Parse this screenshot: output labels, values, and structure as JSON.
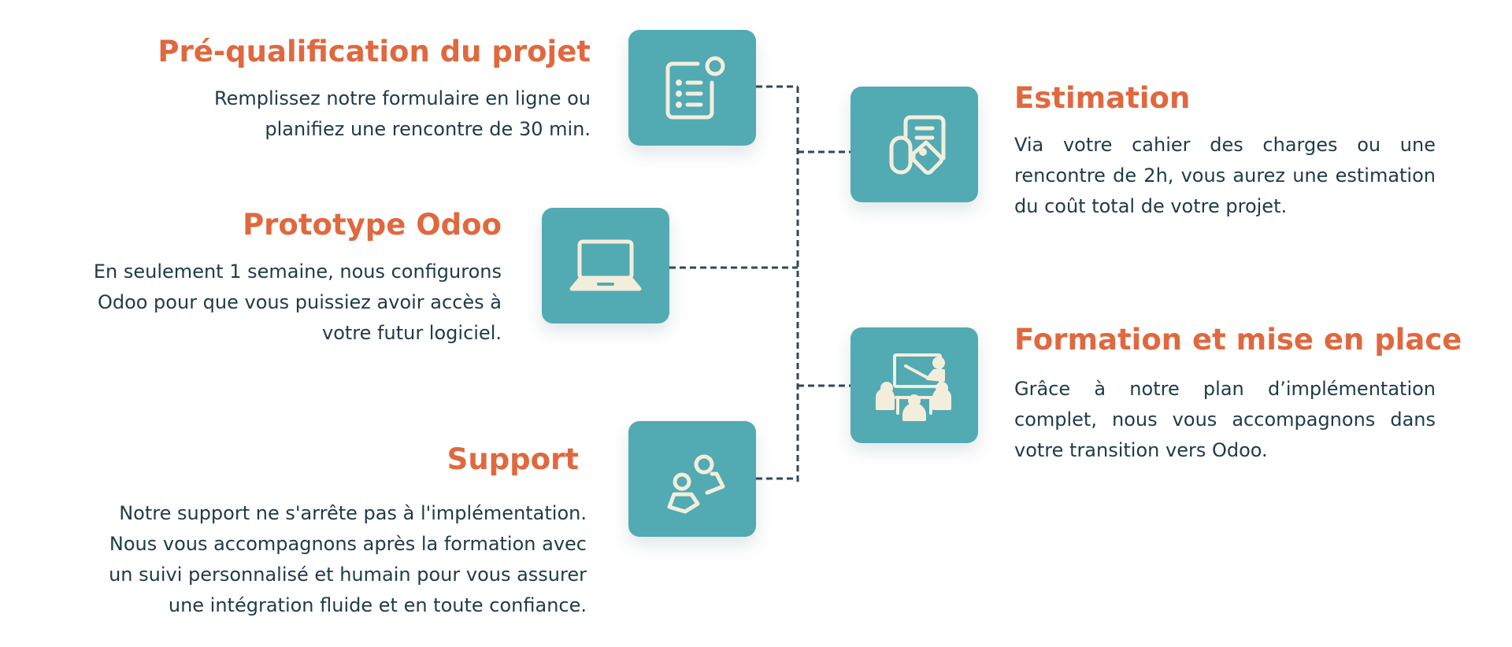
{
  "colors": {
    "accent_title": "#e0683f",
    "icon_background": "#52aab3",
    "icon_stroke": "#f3eedc",
    "body_text": "#1e3a4a",
    "connector": "#2f4a57"
  },
  "steps": [
    {
      "id": "prequalification",
      "title": "Pré-qualification du projet",
      "description": "Remplissez notre formulaire en ligne ou planifiez une rencontre de 30 min.",
      "icon": "form-checklist-icon"
    },
    {
      "id": "estimation",
      "title": "Estimation",
      "description": "Via votre cahier des charges ou une rencontre de 2h, vous aurez une estimation du coût total de votre projet.",
      "icon": "document-tag-icon"
    },
    {
      "id": "prototype",
      "title": "Prototype Odoo",
      "description": "En seulement 1 semaine, nous configurons Odoo pour que vous puissiez avoir accès à votre futur logiciel.",
      "icon": "laptop-icon"
    },
    {
      "id": "formation",
      "title": "Formation et mise en place",
      "description": "Grâce à notre plan d’implémentation complet, nous vous accompagnons dans votre transition vers Odoo.",
      "icon": "training-presentation-icon"
    },
    {
      "id": "support",
      "title": "Support",
      "description": "Notre support ne s'arrête pas à l'implémentation. Nous vous accompagnons après la formation avec un suivi personnalisé et humain pour vous assurer une intégration fluide et en toute confiance.",
      "icon": "support-users-icon"
    }
  ]
}
